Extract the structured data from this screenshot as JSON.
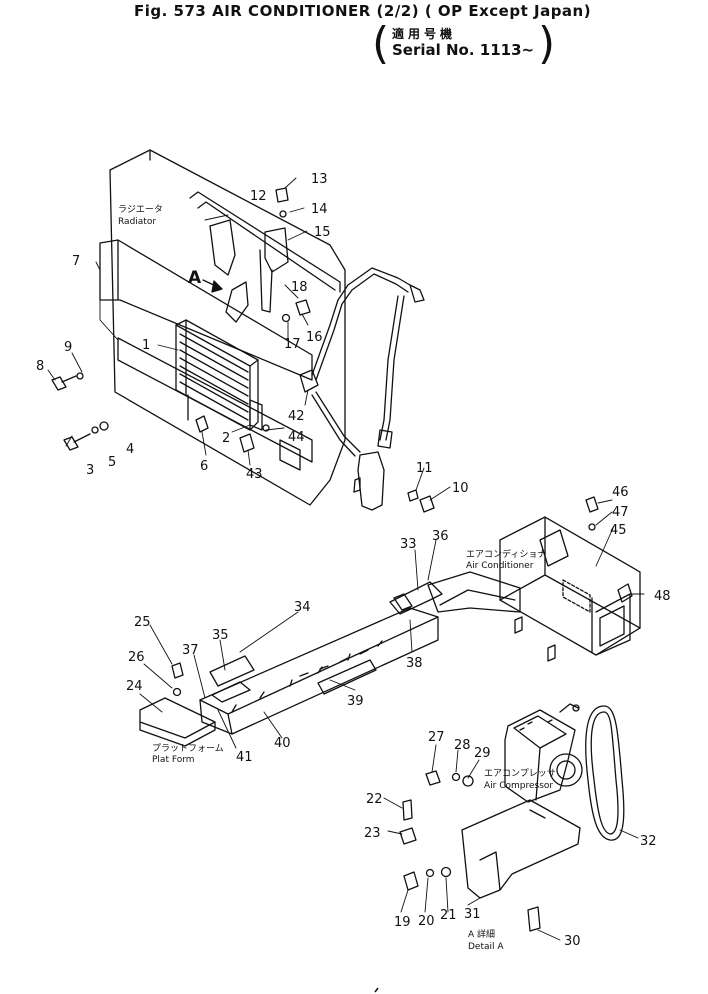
{
  "header": {
    "fig": "Fig. 573",
    "title": "AIR CONDITIONER (2/2) ( OP Except Japan)",
    "serial_jp": "適用号機",
    "serial": "Serial No. 1113~"
  },
  "labels": {
    "radiator_jp": "ラジエータ",
    "radiator": "Radiator",
    "air_conditioner_jp": "エアコンディショナ",
    "air_conditioner": "Air Conditioner",
    "air_compressor_jp": "エアコンプレッサ",
    "air_compressor": "Air Compressor",
    "plat_form_jp": "プラットフォーム",
    "plat_form": "Plat Form",
    "detail_a_jp": "A 詳細",
    "detail_a": "Detail A",
    "arrow_a": "A"
  },
  "callouts": [
    "1",
    "2",
    "3",
    "4",
    "5",
    "6",
    "7",
    "8",
    "9",
    "10",
    "11",
    "12",
    "13",
    "14",
    "15",
    "16",
    "17",
    "18",
    "19",
    "20",
    "21",
    "22",
    "23",
    "24",
    "25",
    "26",
    "27",
    "28",
    "29",
    "30",
    "31",
    "32",
    "33",
    "34",
    "35",
    "36",
    "37",
    "38",
    "39",
    "40",
    "41",
    "42",
    "43",
    "44",
    "45",
    "46",
    "47",
    "48"
  ],
  "colors": {
    "ink": "#111111",
    "paper": "#ffffff"
  }
}
